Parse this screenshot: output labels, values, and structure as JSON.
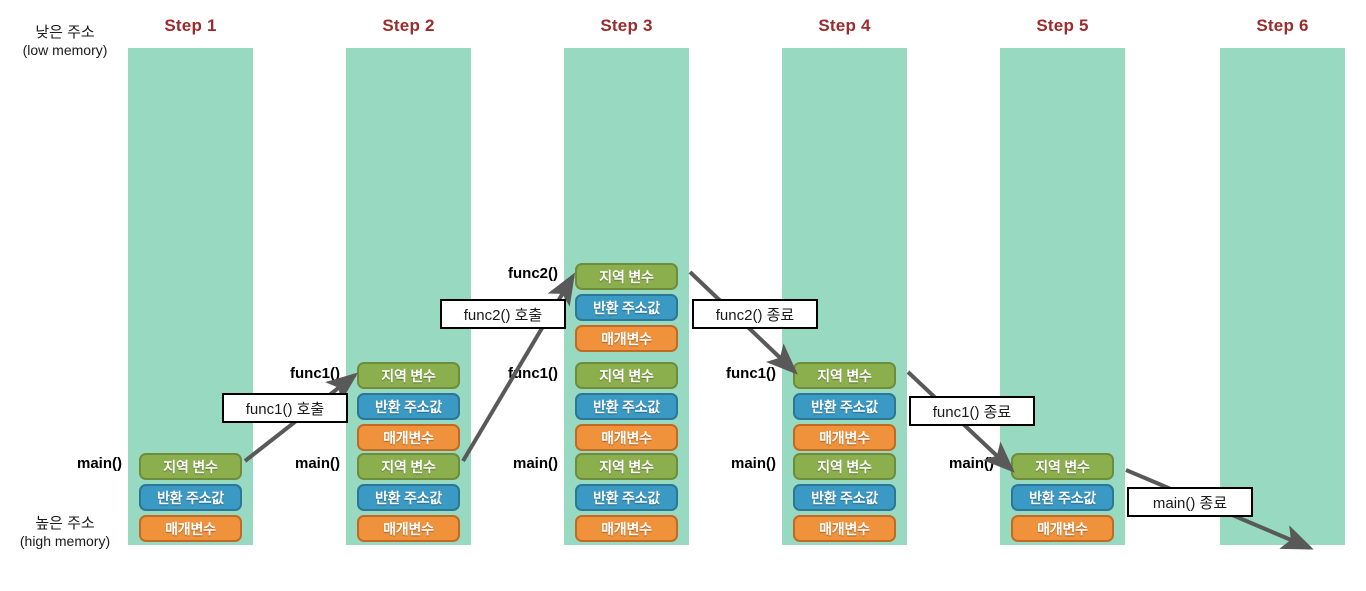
{
  "diagram": {
    "title_prefix": "Step",
    "memory_labels": {
      "low": {
        "ko": "낮은 주소",
        "en": "(low memory)"
      },
      "high": {
        "ko": "높은 주소",
        "en": "(high memory)"
      }
    },
    "colors": {
      "column": "#97D9C1",
      "step_title": "#9C2B2B",
      "local_var": "#8CAF4E",
      "return_address": "#3A9AC4",
      "parameter": "#F0923C",
      "arrow": "#595959",
      "callout_border": "#000000"
    },
    "slot_labels": {
      "local": "지역 변수",
      "retval": "반환 주소값",
      "param": "매개변수"
    },
    "steps": [
      {
        "title": "Step 1",
        "frames": [
          {
            "fn": "main()",
            "slots": [
              "지역 변수",
              "반환 주소값",
              "매개변수"
            ]
          }
        ]
      },
      {
        "title": "Step 2",
        "frames": [
          {
            "fn": "func1()",
            "slots": [
              "지역 변수",
              "반환 주소값",
              "매개변수"
            ]
          },
          {
            "fn": "main()",
            "slots": [
              "지역 변수",
              "반환 주소값",
              "매개변수"
            ]
          }
        ]
      },
      {
        "title": "Step 3",
        "frames": [
          {
            "fn": "func2()",
            "slots": [
              "지역 변수",
              "반환 주소값",
              "매개변수"
            ]
          },
          {
            "fn": "func1()",
            "slots": [
              "지역 변수",
              "반환 주소값",
              "매개변수"
            ]
          },
          {
            "fn": "main()",
            "slots": [
              "지역 변수",
              "반환 주소값",
              "매개변수"
            ]
          }
        ]
      },
      {
        "title": "Step 4",
        "frames": [
          {
            "fn": "func1()",
            "slots": [
              "지역 변수",
              "반환 주소값",
              "매개변수"
            ]
          },
          {
            "fn": "main()",
            "slots": [
              "지역 변수",
              "반환 주소값",
              "매개변수"
            ]
          }
        ]
      },
      {
        "title": "Step 5",
        "frames": [
          {
            "fn": "main()",
            "slots": [
              "지역 변수",
              "반환 주소값",
              "매개변수"
            ]
          }
        ]
      },
      {
        "title": "Step 6",
        "frames": []
      }
    ],
    "callouts": [
      {
        "id": "call-func1",
        "text": "func1() 호출"
      },
      {
        "id": "call-func2",
        "text": "func2() 호출"
      },
      {
        "id": "end-func2",
        "text": "func2() 종료"
      },
      {
        "id": "end-func1",
        "text": "func1() 종료"
      },
      {
        "id": "end-main",
        "text": "main() 종료"
      }
    ],
    "fn_labels": {
      "s1_main": "main()",
      "s2_func1": "func1()",
      "s2_main": "main()",
      "s3_func2": "func2()",
      "s3_func1": "func1()",
      "s3_main": "main()",
      "s4_func1": "func1()",
      "s4_main": "main()",
      "s5_main": "main()"
    }
  }
}
